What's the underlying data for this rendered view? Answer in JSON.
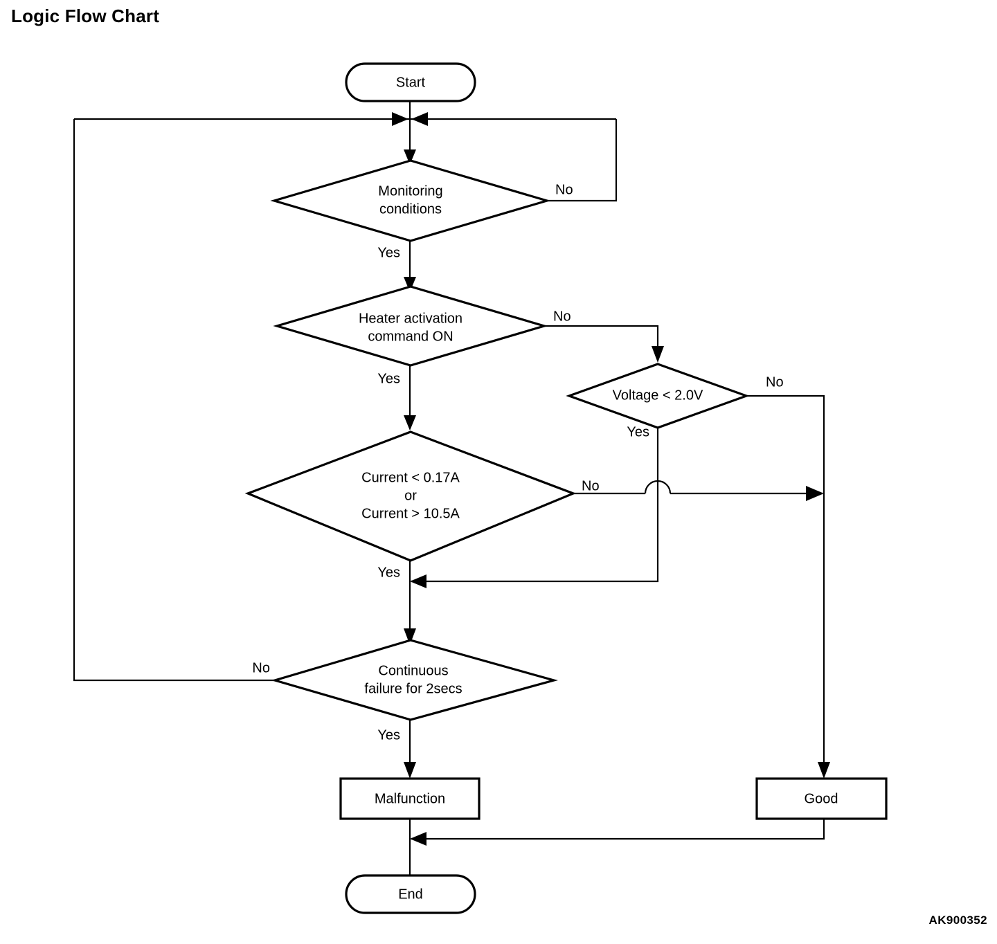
{
  "page": {
    "title": "Logic Flow Chart",
    "figure_code": "AK900352",
    "background_color": "#ffffff",
    "line_color": "#000000"
  },
  "chart_data": {
    "type": "diagram",
    "diagram_kind": "flowchart",
    "title": "Logic Flow Chart",
    "nodes": [
      {
        "id": "start",
        "shape": "terminator",
        "label": "Start"
      },
      {
        "id": "monitoring",
        "shape": "decision",
        "label": "Monitoring\nconditions",
        "line1": "Monitoring",
        "line2": "conditions"
      },
      {
        "id": "heater",
        "shape": "decision",
        "label": "Heater activation\ncommand ON",
        "line1": "Heater activation",
        "line2": "command ON"
      },
      {
        "id": "voltage",
        "shape": "decision",
        "label": "Voltage < 2.0V",
        "line1": "Voltage < 2.0V"
      },
      {
        "id": "current",
        "shape": "decision",
        "label": "Current < 0.17A\nor\nCurrent > 10.5A",
        "line1": "Current < 0.17A",
        "line2": "or",
        "line3": "Current > 10.5A"
      },
      {
        "id": "continuous",
        "shape": "decision",
        "label": "Continuous\nfailure for 2secs",
        "line1": "Continuous",
        "line2": "failure for 2secs"
      },
      {
        "id": "malfunction",
        "shape": "process",
        "label": "Malfunction"
      },
      {
        "id": "good",
        "shape": "process",
        "label": "Good"
      },
      {
        "id": "end",
        "shape": "terminator",
        "label": "End"
      }
    ],
    "edges": [
      {
        "from": "start",
        "to": "monitoring",
        "label": ""
      },
      {
        "from": "monitoring",
        "to": "start-join",
        "label": "No"
      },
      {
        "from": "monitoring",
        "to": "heater",
        "label": "Yes"
      },
      {
        "from": "heater",
        "to": "voltage",
        "label": "No"
      },
      {
        "from": "heater",
        "to": "current",
        "label": "Yes"
      },
      {
        "from": "voltage",
        "to": "current-yes",
        "label": "Yes"
      },
      {
        "from": "voltage",
        "to": "good",
        "label": "No"
      },
      {
        "from": "current",
        "to": "good",
        "label": "No"
      },
      {
        "from": "current",
        "to": "continuous",
        "label": "Yes"
      },
      {
        "from": "continuous",
        "to": "start-join",
        "label": "No"
      },
      {
        "from": "continuous",
        "to": "malfunction",
        "label": "Yes"
      },
      {
        "from": "malfunction",
        "to": "end",
        "label": ""
      },
      {
        "from": "good",
        "to": "end",
        "label": ""
      }
    ],
    "edge_labels": {
      "monitoring_no": "No",
      "monitoring_yes": "Yes",
      "heater_no": "No",
      "heater_yes": "Yes",
      "voltage_no": "No",
      "voltage_yes": "Yes",
      "current_no": "No",
      "current_yes": "Yes",
      "continuous_no": "No",
      "continuous_yes": "Yes"
    }
  }
}
